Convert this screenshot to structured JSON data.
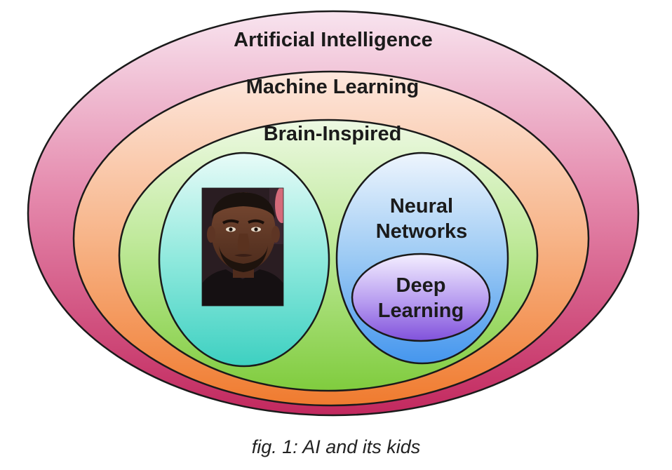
{
  "diagram": {
    "type": "nested-set",
    "regions": {
      "ai": "Artificial Intelligence",
      "ml": "Machine Learning",
      "brain": "Brain-Inspired",
      "nn_line1": "Neural",
      "nn_line2": "Networks",
      "dl_line1": "Deep",
      "dl_line2": "Learning"
    },
    "photo": {
      "icon": "portrait-photo"
    },
    "caption": "fig. 1: AI and its kids",
    "colors": {
      "ai": "#c4336b",
      "ml": "#f08a3c",
      "brain": "#8bd24f",
      "left_circle": "#45d4c6",
      "nn": "#4f9ff0",
      "dl": "#8e5fe0"
    }
  }
}
